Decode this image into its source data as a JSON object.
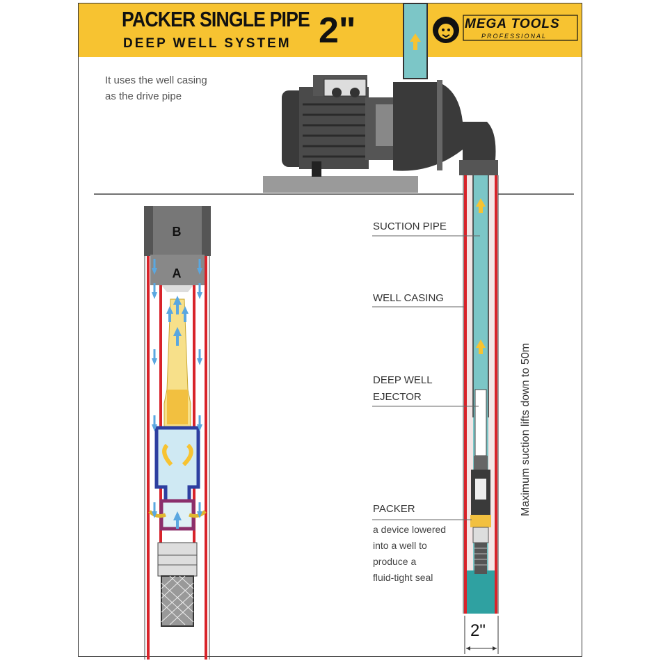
{
  "header": {
    "title": "PACKER SINGLE PIPE",
    "subtitle": "DEEP WELL SYSTEM",
    "size": "2\"",
    "brand": "MEGA TOOLS",
    "brand_sub": "PROFESSIONAL"
  },
  "note": {
    "line1": "It uses the well casing",
    "line2": "as the drive pipe"
  },
  "detail": {
    "label_b": "B",
    "label_a": "A"
  },
  "labels": {
    "suction_pipe": "SUCTION PIPE",
    "well_casing": "WELL CASING",
    "ejector_line1": "DEEP WELL",
    "ejector_line2": "EJECTOR",
    "packer": "PACKER",
    "packer_desc": [
      "a device lowered",
      "into a well to",
      "produce a",
      "fluid-tight seal"
    ],
    "max_suction": "Maximum suction lifts down to 50m",
    "pipe_size": "2\""
  },
  "colors": {
    "banner": "#f7c331",
    "casing": "#d8232a",
    "water": "#7cc6c7",
    "arrow": "#f7c331"
  }
}
